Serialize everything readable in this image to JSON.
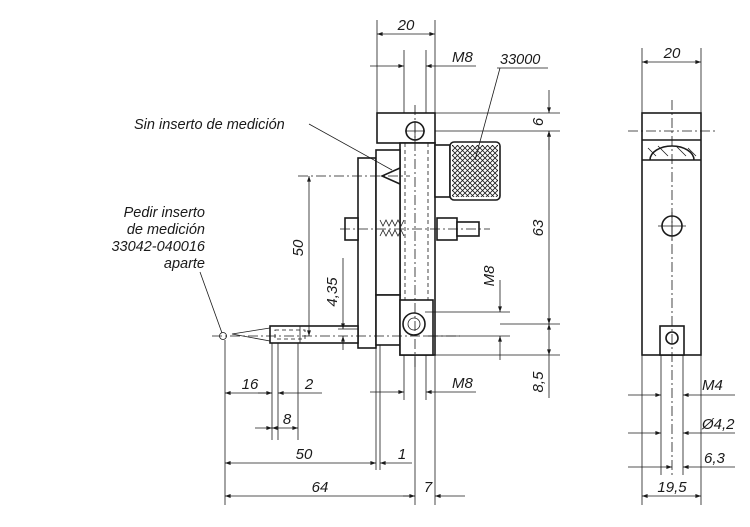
{
  "labels": {
    "sin_inserto": "Sin inserto de medición",
    "pedir_line1": "Pedir inserto",
    "pedir_line2": "de medición",
    "pedir_line3": "33042-040016",
    "pedir_line4": "aparte",
    "knob_part": "33000"
  },
  "dims": {
    "top_width": "20",
    "thread_top": "M8",
    "h6": "6",
    "h63": "63",
    "h50": "50",
    "h4_35": "4,35",
    "thread_mid": "M8",
    "h8_5": "8,5",
    "w16": "16",
    "w2": "2",
    "w8": "8",
    "thread_bottom": "M8",
    "w50": "50",
    "w1": "1",
    "w64": "64",
    "w7": "7",
    "side_width": "20",
    "m4": "M4",
    "d4_2": "Ø4,2",
    "w6_3": "6,3",
    "w19_5": "19,5"
  }
}
